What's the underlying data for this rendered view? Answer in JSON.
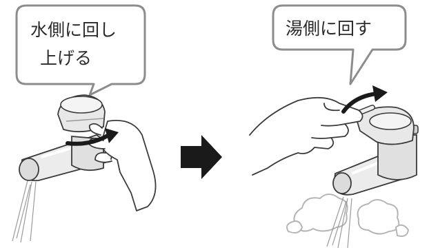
{
  "left_panel": {
    "callout_line1": "水側に回し",
    "callout_line2": "上げる"
  },
  "right_panel": {
    "callout": "湯側に回す"
  },
  "transition_arrow": {
    "icon": "right-arrow-icon",
    "color": "#1a1a1a"
  },
  "colors": {
    "bubble_fill": "#ffffff",
    "bubble_stroke": "#8c8c8c",
    "line": "#3a3a3a",
    "faucet_shade": "#e6e6e6",
    "faucet_dark": "#bfbfbf",
    "arrow_fill": "#1a1a1a",
    "steam_stroke": "#b5b5b5"
  }
}
